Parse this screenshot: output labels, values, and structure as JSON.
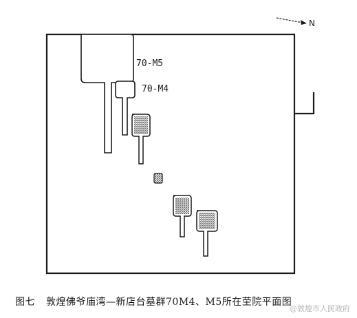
{
  "north_arrow": {
    "label": "N"
  },
  "labels": {
    "m5": "70-M5",
    "m4": "70-M4"
  },
  "caption": {
    "figure_number": "图七",
    "title": "敦煌佛爷庙湾—新店台墓群70M4、M5所在茔院平面图"
  },
  "watermark": "@敦煌市人民政府"
}
